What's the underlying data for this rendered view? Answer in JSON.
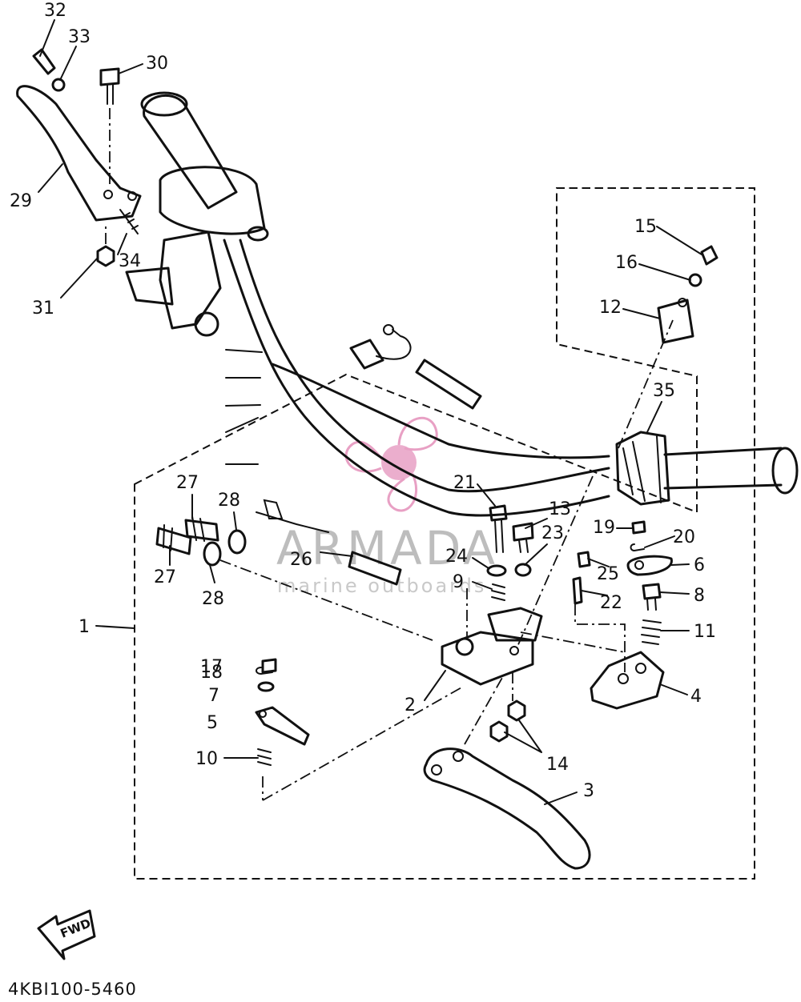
{
  "diagram": {
    "drawing_code": "4KBI100-5460",
    "fwd_label": "FWD",
    "watermark": {
      "brand": "ARMADA",
      "tagline": "marine outboards",
      "colors": {
        "logo": "#e8a0c4",
        "text": "#bdbdbd"
      }
    },
    "labels": {
      "l1": "1",
      "l2": "2",
      "l3": "3",
      "l4": "4",
      "l5": "5",
      "l6": "6",
      "l7": "7",
      "l8": "8",
      "l9": "9",
      "l10": "10",
      "l11": "11",
      "l12": "12",
      "l13": "13",
      "l14": "14",
      "l15": "15",
      "l16": "16",
      "l17": "17",
      "l18": "18",
      "l19": "19",
      "l20": "20",
      "l21": "21",
      "l22": "22",
      "l23": "23",
      "l24": "24",
      "l25": "25",
      "l26": "26",
      "l27a": "27",
      "l27b": "27",
      "l28a": "28",
      "l28b": "28",
      "l29": "29",
      "l30": "30",
      "l31": "31",
      "l32": "32",
      "l33": "33",
      "l34": "34",
      "l35": "35"
    }
  }
}
